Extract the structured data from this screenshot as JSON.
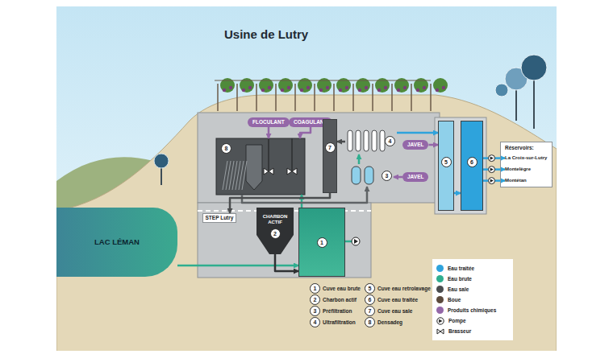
{
  "diagram": {
    "title": "Usine de Lutry",
    "nodes": [
      {
        "text": [
          "LAC LÉMAN"
        ]
      },
      {
        "text": [
          "STEP Lutry"
        ]
      },
      {
        "text": [
          "CHARBON ACTIF",
          "2"
        ]
      },
      {
        "text": [
          "1"
        ]
      },
      {
        "text": [
          "8"
        ]
      },
      {
        "text": [
          "FLOCULANT"
        ]
      },
      {
        "text": [
          "COAGULANT"
        ]
      },
      {
        "text": [
          "7"
        ]
      },
      {
        "text": [
          "4"
        ]
      },
      {
        "text": [
          "3"
        ]
      },
      {
        "text": [
          "JAVEL"
        ]
      },
      {
        "text": [
          "JAVEL"
        ]
      },
      {
        "text": [
          "5"
        ]
      },
      {
        "text": [
          "6"
        ]
      },
      {
        "text": [
          "Réservoirs:"
        ]
      },
      {
        "text": [
          "La Croix-sur-Lutry"
        ],
        "in": 14
      },
      {
        "text": [
          "Montelègre"
        ],
        "in": 14
      },
      {
        "text": [
          "Montétan"
        ],
        "in": 14
      }
    ],
    "edges": [
      {
        "from": 0,
        "to": 3,
        "arrow": "to"
      },
      {
        "from": 2,
        "to": 3,
        "arrow": "to"
      },
      {
        "from": 3,
        "to": 4,
        "arrow": "to"
      },
      {
        "from": 5,
        "to": 4,
        "arrow": "to"
      },
      {
        "from": 6,
        "to": 4,
        "arrow": "to"
      },
      {
        "from": 4,
        "to": 9,
        "arrow": "to"
      },
      {
        "from": 9,
        "to": 8,
        "arrow": "to"
      },
      {
        "from": 8,
        "to": 12,
        "arrow": "to"
      },
      {
        "from": 12,
        "to": 13,
        "arrow": "to"
      },
      {
        "from": 10,
        "to": 12,
        "arrow": "to"
      },
      {
        "from": 11,
        "to": 9,
        "arrow": "to"
      },
      {
        "from": 8,
        "to": 7,
        "arrow": "to"
      },
      {
        "from": 7,
        "to": 1,
        "arrow": "to"
      },
      {
        "from": 13,
        "to": 15,
        "arrow": "to"
      },
      {
        "from": 13,
        "to": 16,
        "arrow": "to"
      },
      {
        "from": 13,
        "to": 17,
        "arrow": "to"
      }
    ],
    "labels": [
      "1",
      "Cuve eau brute",
      "2",
      "Charbon actif",
      "3",
      "Préfiltration",
      "4",
      "Ultrafiltration",
      "5",
      "Cuve eau retrolavage",
      "6",
      "Cuve eau traitée",
      "7",
      "Cuve eau sale",
      "8",
      "Densadeg"
    ],
    "legend": [
      {
        "text": "Eau traitée",
        "color": "#2ea3dc"
      },
      {
        "text": "Eau brute",
        "color": "#2fae8f"
      },
      {
        "text": "Eau sale",
        "color": "#4a4c4e"
      },
      {
        "text": "Boue",
        "color": "#5b4a3c"
      },
      {
        "text": "Produits chimiques",
        "color": "#9467a8"
      },
      {
        "text": "Pompe"
      },
      {
        "text": "Brasseur"
      }
    ]
  }
}
